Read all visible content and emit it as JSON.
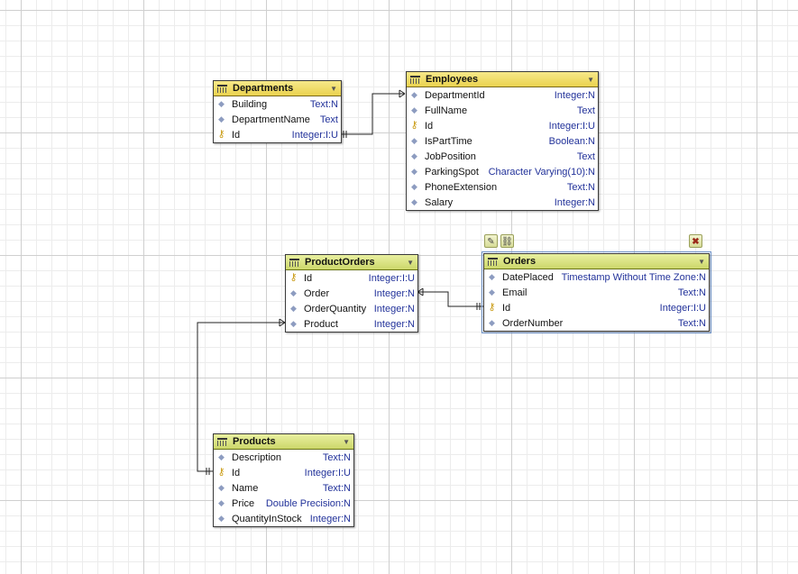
{
  "entities": {
    "departments": {
      "title": "Departments",
      "menu": "▼",
      "rows": [
        {
          "icon": "diamond-icon",
          "glyph": "◆",
          "name": "Building",
          "type": "Text:N"
        },
        {
          "icon": "diamond-icon",
          "glyph": "◆",
          "name": "DepartmentName",
          "type": "Text"
        },
        {
          "icon": "key-icon",
          "glyph": "⚷",
          "name": "Id",
          "type": "Integer:I:U"
        }
      ]
    },
    "employees": {
      "title": "Employees",
      "menu": "▼",
      "rows": [
        {
          "icon": "diamond-icon",
          "glyph": "◆",
          "name": "DepartmentId",
          "type": "Integer:N"
        },
        {
          "icon": "diamond-icon",
          "glyph": "◆",
          "name": "FullName",
          "type": "Text"
        },
        {
          "icon": "key-icon",
          "glyph": "⚷",
          "name": "Id",
          "type": "Integer:I:U"
        },
        {
          "icon": "diamond-icon",
          "glyph": "◆",
          "name": "IsPartTime",
          "type": "Boolean:N"
        },
        {
          "icon": "diamond-icon",
          "glyph": "◆",
          "name": "JobPosition",
          "type": "Text"
        },
        {
          "icon": "diamond-icon",
          "glyph": "◆",
          "name": "ParkingSpot",
          "type": "Character Varying(10):N"
        },
        {
          "icon": "diamond-icon",
          "glyph": "◆",
          "name": "PhoneExtension",
          "type": "Text:N"
        },
        {
          "icon": "diamond-icon",
          "glyph": "◆",
          "name": "Salary",
          "type": "Integer:N"
        }
      ]
    },
    "productorders": {
      "title": "ProductOrders",
      "menu": "▼",
      "rows": [
        {
          "icon": "key-icon",
          "glyph": "⚷",
          "name": "Id",
          "type": "Integer:I:U"
        },
        {
          "icon": "diamond-icon",
          "glyph": "◆",
          "name": "Order",
          "type": "Integer:N"
        },
        {
          "icon": "diamond-icon",
          "glyph": "◆",
          "name": "OrderQuantity",
          "type": "Integer:N"
        },
        {
          "icon": "diamond-icon",
          "glyph": "◆",
          "name": "Product",
          "type": "Integer:N"
        }
      ]
    },
    "orders": {
      "title": "Orders",
      "menu": "▼",
      "rows": [
        {
          "icon": "diamond-icon",
          "glyph": "◆",
          "name": "DatePlaced",
          "type": "Timestamp Without Time Zone:N"
        },
        {
          "icon": "diamond-icon",
          "glyph": "◆",
          "name": "Email",
          "type": "Text:N"
        },
        {
          "icon": "key-icon",
          "glyph": "⚷",
          "name": "Id",
          "type": "Integer:I:U"
        },
        {
          "icon": "diamond-icon",
          "glyph": "◆",
          "name": "OrderNumber",
          "type": "Text:N"
        }
      ]
    },
    "products": {
      "title": "Products",
      "menu": "▼",
      "rows": [
        {
          "icon": "diamond-icon",
          "glyph": "◆",
          "name": "Description",
          "type": "Text:N"
        },
        {
          "icon": "key-icon",
          "glyph": "⚷",
          "name": "Id",
          "type": "Integer:I:U"
        },
        {
          "icon": "diamond-icon",
          "glyph": "◆",
          "name": "Name",
          "type": "Text:N"
        },
        {
          "icon": "diamond-icon",
          "glyph": "◆",
          "name": "Price",
          "type": "Double Precision:N"
        },
        {
          "icon": "diamond-icon",
          "glyph": "◆",
          "name": "QuantityInStock",
          "type": "Integer:N"
        }
      ]
    }
  },
  "tools": {
    "edit_glyph": "✎",
    "link_glyph": "⛓",
    "close_glyph": "✖"
  },
  "colors": {
    "header_yellow": "#ead24e",
    "header_green": "#ccd76a",
    "type_text": "#22329a",
    "line": "#222222"
  }
}
